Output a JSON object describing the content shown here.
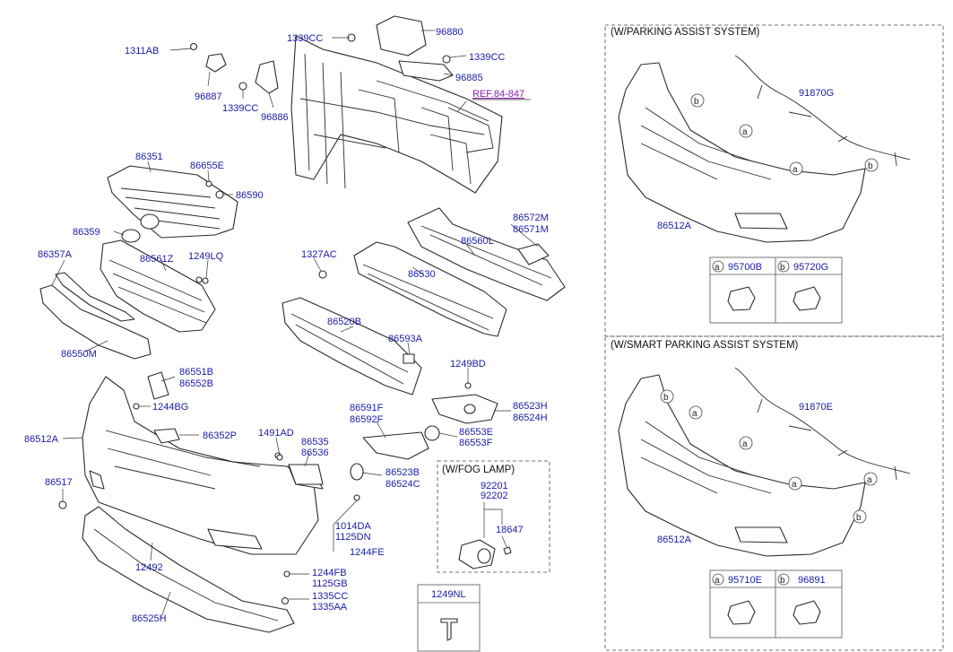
{
  "labels": {
    "p1311ab": "1311AB",
    "p96887": "96887",
    "p1339cc_a": "1339CC",
    "p96886": "96886",
    "p1339cc_b": "1339CC",
    "p96880": "96880",
    "p1339cc_c": "1339CC",
    "p96885": "96885",
    "ref": "REF.84-847",
    "p86351": "86351",
    "p86655e": "86655E",
    "p86590": "86590",
    "p86359": "86359",
    "p86357a": "86357A",
    "p86561z": "86561Z",
    "p1249lq": "1249LQ",
    "p86550m": "86550M",
    "p1327ac": "1327AC",
    "p86560l": "86560L",
    "p86572m": "86572M",
    "p86571m": "86571M",
    "p86530": "86530",
    "p86520b": "86520B",
    "p86593a": "86593A",
    "p1249bd": "1249BD",
    "p86551b": "86551B",
    "p86552b": "86552B",
    "p1244bg": "1244BG",
    "p86512a": "86512A",
    "p86352p": "86352P",
    "p1491ad": "1491AD",
    "p86535": "86535",
    "p86536": "86536",
    "p86591f": "86591F",
    "p86592f": "86592F",
    "p86523h": "86523H",
    "p86524h": "86524H",
    "p86553e": "86553E",
    "p86553f": "86553F",
    "p86523b": "86523B",
    "p86524c": "86524C",
    "p86517": "86517",
    "p1014da": "1014DA",
    "p1125dn": "1125DN",
    "p1244fe": "1244FE",
    "p12492": "12492",
    "p1244fb": "1244FB",
    "p1125gb": "1125GB",
    "p1335cc": "1335CC",
    "p1335aa": "1335AA",
    "p86525h": "86525H"
  },
  "fog_lamp_box": {
    "title": "(W/FOG LAMP)",
    "p92201": "92201",
    "p92202": "92202",
    "p18647": "18647"
  },
  "fastener_box": {
    "title": "1249NL"
  },
  "parking_assist": {
    "title": "(W/PARKING ASSIST SYSTEM)",
    "harness": "91870G",
    "bumper": "86512A",
    "letter_a": "a",
    "letter_b": "b",
    "sensor_a": "95700B",
    "sensor_b": "95720G"
  },
  "smart_parking_assist": {
    "title": "(W/SMART PARKING ASSIST SYSTEM)",
    "harness": "91870E",
    "bumper": "86512A",
    "letter_a": "a",
    "letter_b": "b",
    "sensor_a": "95710E",
    "sensor_b": "96891"
  },
  "colors": {
    "label": "#1a1aa8",
    "reference": "#8a1fb0",
    "line": "#2b2b2b"
  }
}
